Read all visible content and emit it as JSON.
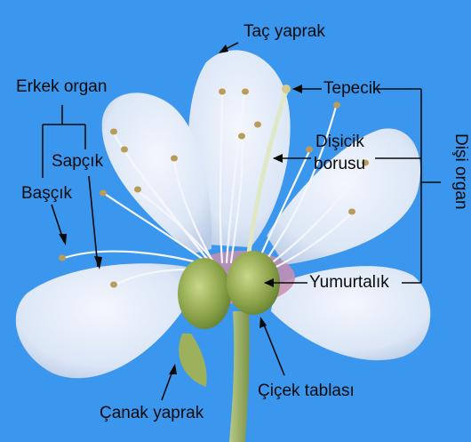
{
  "labels": {
    "tac_yaprak": "Taç yaprak",
    "erkek_organ": "Erkek organ",
    "sapcik": "Sapçık",
    "bascik": "Başçık",
    "tepecik": "Tepecik",
    "disicik_borusu_line1": "Dişicik",
    "disicik_borusu_line2": "borusu",
    "disi_organ": "Dişi organ",
    "yumurtalik": "Yumurtalık",
    "canak_yaprak": "Çanak yaprak",
    "cicek_tablasi": "Çiçek tablası"
  },
  "colors": {
    "background": "#3b96ee",
    "petal": "#dfe9f8",
    "petal_shadow": "#b9cde6",
    "stamen": "#f2f5fb",
    "anther": "#b89c5a",
    "ovary": "#7f9a3e",
    "stem": "#9fb36b",
    "receptacle_pink": "#c98fb0"
  }
}
